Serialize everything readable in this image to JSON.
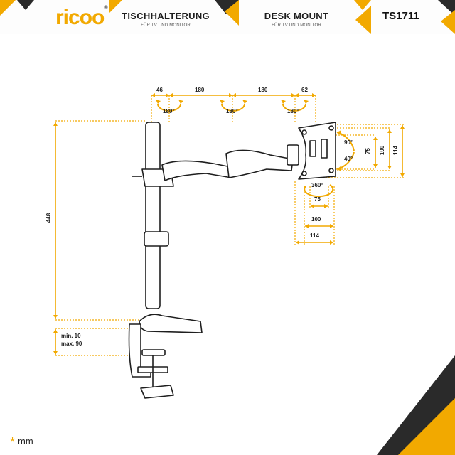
{
  "header": {
    "brand": "ricoo",
    "brand_mark": "®",
    "title_de": "TISCHHALTERUNG",
    "subtitle_de": "FÜR TV UND MONITOR",
    "title_en": "DESK MOUNT",
    "subtitle_en": "FÜR TV UND MONITOR",
    "sku": "TS1711"
  },
  "dimensions": {
    "top": [
      "46",
      "180",
      "180",
      "62"
    ],
    "height": "448",
    "clamp_min": "min. 10",
    "clamp_max": "max. 90",
    "vesa_v": [
      "75",
      "100",
      "114"
    ],
    "vesa_h": [
      "75",
      "100",
      "114"
    ]
  },
  "rotations": {
    "swivel": [
      "180°",
      "180°",
      "180°"
    ],
    "tilt_up": "90°",
    "tilt_down": "40°",
    "rotate": "360°"
  },
  "legend": {
    "symbol": "*",
    "unit": "mm"
  },
  "colors": {
    "accent": "#f2a900",
    "dark": "#1e1e1e"
  }
}
